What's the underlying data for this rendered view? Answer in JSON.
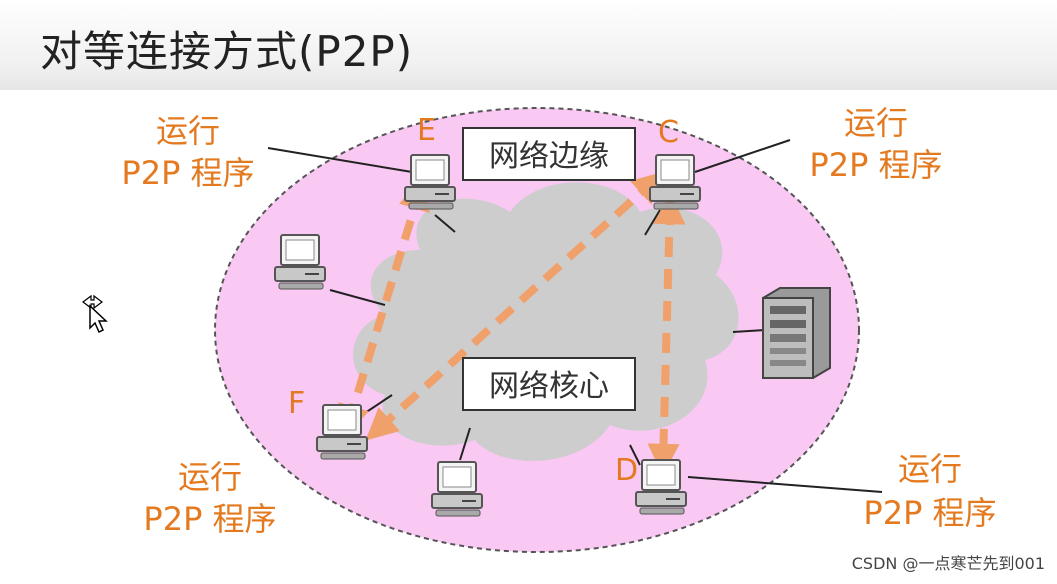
{
  "title": "对等连接方式(P2P)",
  "nodes": {
    "e": "E",
    "c": "C",
    "f": "F",
    "d": "D"
  },
  "regions": {
    "edge": "网络边缘",
    "core": "网络核心"
  },
  "run_label_line1": "运行",
  "run_label_line2": "P2P 程序",
  "watermark": "CSDN @一点寒芒先到001",
  "colors": {
    "ellipse_fill": "#f9c8f3",
    "cloud_fill": "#cdcdcd",
    "arrow": "#f0a06a",
    "label": "#e47a20"
  },
  "icons": {
    "computer": "computer-icon",
    "server": "server-tower-icon",
    "cursor": "move-cursor-icon"
  }
}
